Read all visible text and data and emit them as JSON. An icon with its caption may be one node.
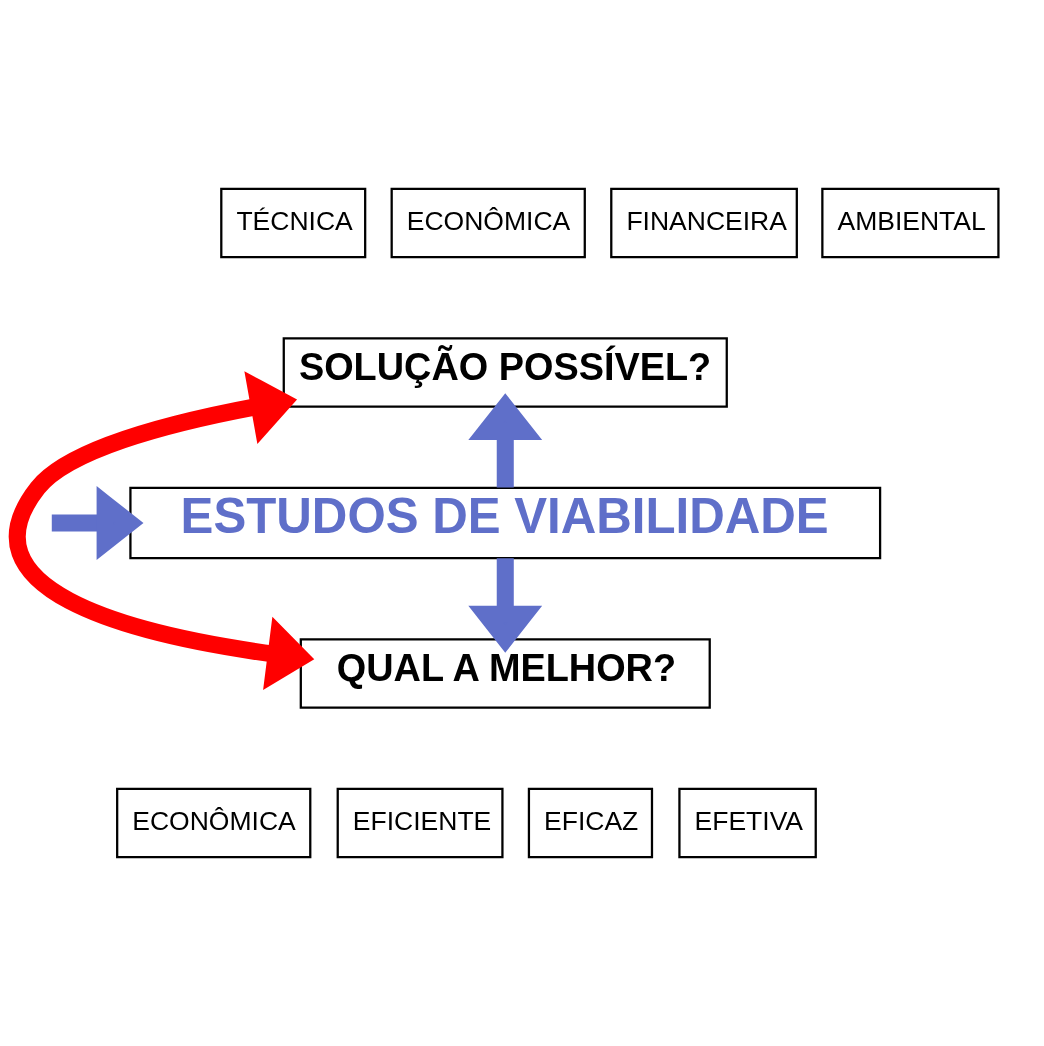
{
  "diagram": {
    "nodes": [
      {
        "text": [
          "TÉCNICA"
        ]
      },
      {
        "text": [
          "ECONÔMICA"
        ]
      },
      {
        "text": [
          "FINANCEIRA"
        ]
      },
      {
        "text": [
          "AMBIENTAL"
        ]
      },
      {
        "text": [
          "SOLUÇÃO POSSÍVEL?"
        ]
      },
      {
        "text": [
          "ESTUDOS DE VIABILIDADE"
        ]
      },
      {
        "text": [
          "QUAL A MELHOR?"
        ]
      },
      {
        "text": [
          "ECONÔMICA"
        ]
      },
      {
        "text": [
          "EFICIENTE"
        ]
      },
      {
        "text": [
          "EFICAZ"
        ]
      },
      {
        "text": [
          "EFETIVA"
        ]
      }
    ],
    "edges": [
      {
        "from": 5,
        "to": 4,
        "arrow": "to"
      },
      {
        "from": 5,
        "to": 6,
        "arrow": "to"
      },
      {
        "from": null,
        "to": 5,
        "arrow": "to"
      },
      {
        "from": 4,
        "to": 6,
        "arrow": "both",
        "color": "#ff0000"
      }
    ]
  }
}
